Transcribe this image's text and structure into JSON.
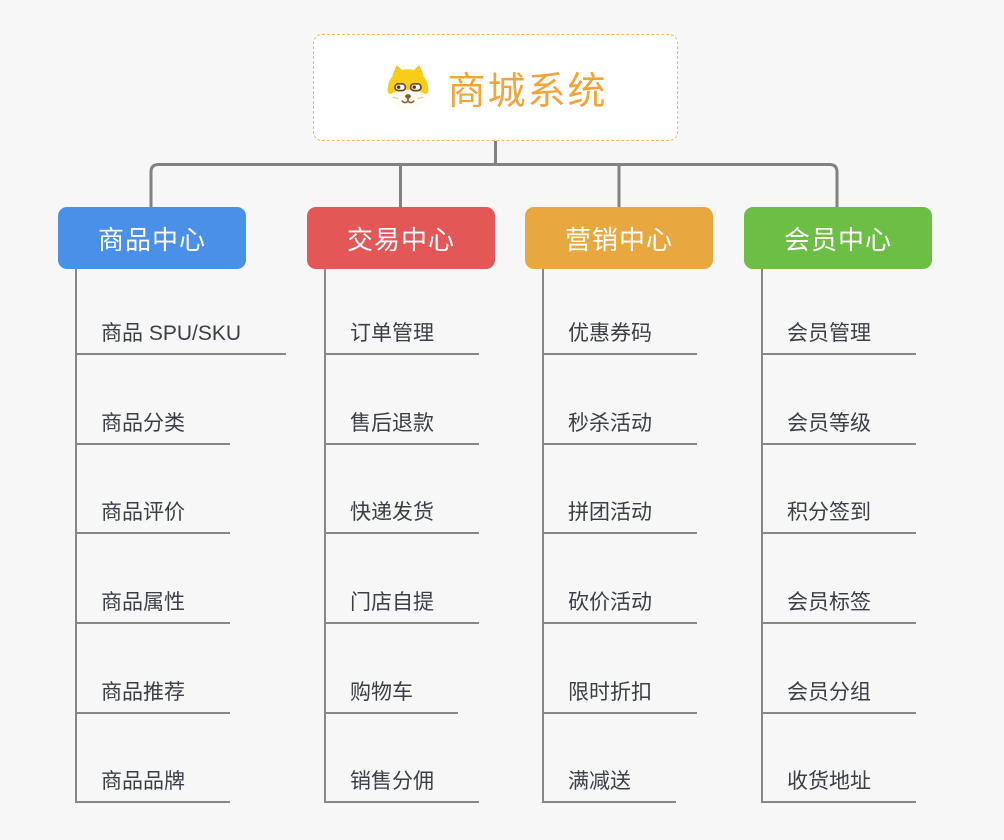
{
  "root": {
    "title": "商城系统",
    "icon": "shiba-dog-icon"
  },
  "colors": {
    "background": "#f7f7f8",
    "connector": "#828282",
    "root_accent": "#f0a43b",
    "root_border": "#f2ba66",
    "sub_text": "#3b3f45"
  },
  "branches": [
    {
      "label": "商品中心",
      "color": "#4b90e8",
      "items": [
        "商品 SPU/SKU",
        "商品分类",
        "商品评价",
        "商品属性",
        "商品推荐",
        "商品品牌"
      ]
    },
    {
      "label": "交易中心",
      "color": "#e35757",
      "items": [
        "订单管理",
        "售后退款",
        "快递发货",
        "门店自提",
        "购物车",
        "销售分佣"
      ]
    },
    {
      "label": "营销中心",
      "color": "#e9a83f",
      "items": [
        "优惠券码",
        "秒杀活动",
        "拼团活动",
        "砍价活动",
        "限时折扣",
        "满减送"
      ]
    },
    {
      "label": "会员中心",
      "color": "#6cbe44",
      "items": [
        "会员管理",
        "会员等级",
        "积分签到",
        "会员标签",
        "会员分组",
        "收货地址"
      ]
    }
  ]
}
